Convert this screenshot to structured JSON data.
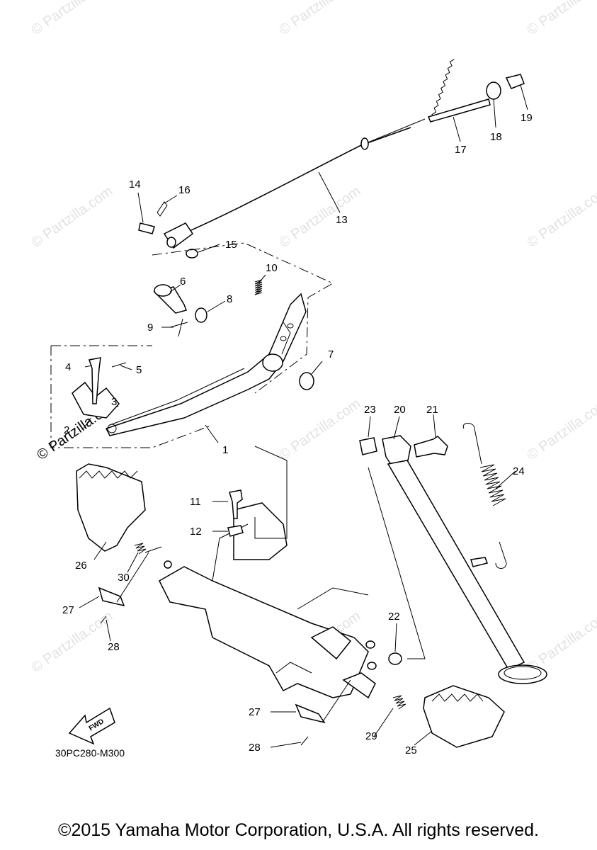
{
  "watermark": "© Partzilla.com",
  "diagram_code": "30PC280-M300",
  "fwd_label": "FWD",
  "copyright": "©2015 Yamaha Motor Corporation, U.S.A. All rights reserved.",
  "callouts": [
    "1",
    "2",
    "3",
    "4",
    "5",
    "6",
    "7",
    "8",
    "9",
    "10",
    "11",
    "12",
    "13",
    "14",
    "15",
    "16",
    "17",
    "18",
    "19",
    "20",
    "21",
    "22",
    "23",
    "24",
    "25",
    "26",
    "27",
    "28",
    "29",
    "30"
  ],
  "callouts_dup": [
    "27",
    "28"
  ]
}
